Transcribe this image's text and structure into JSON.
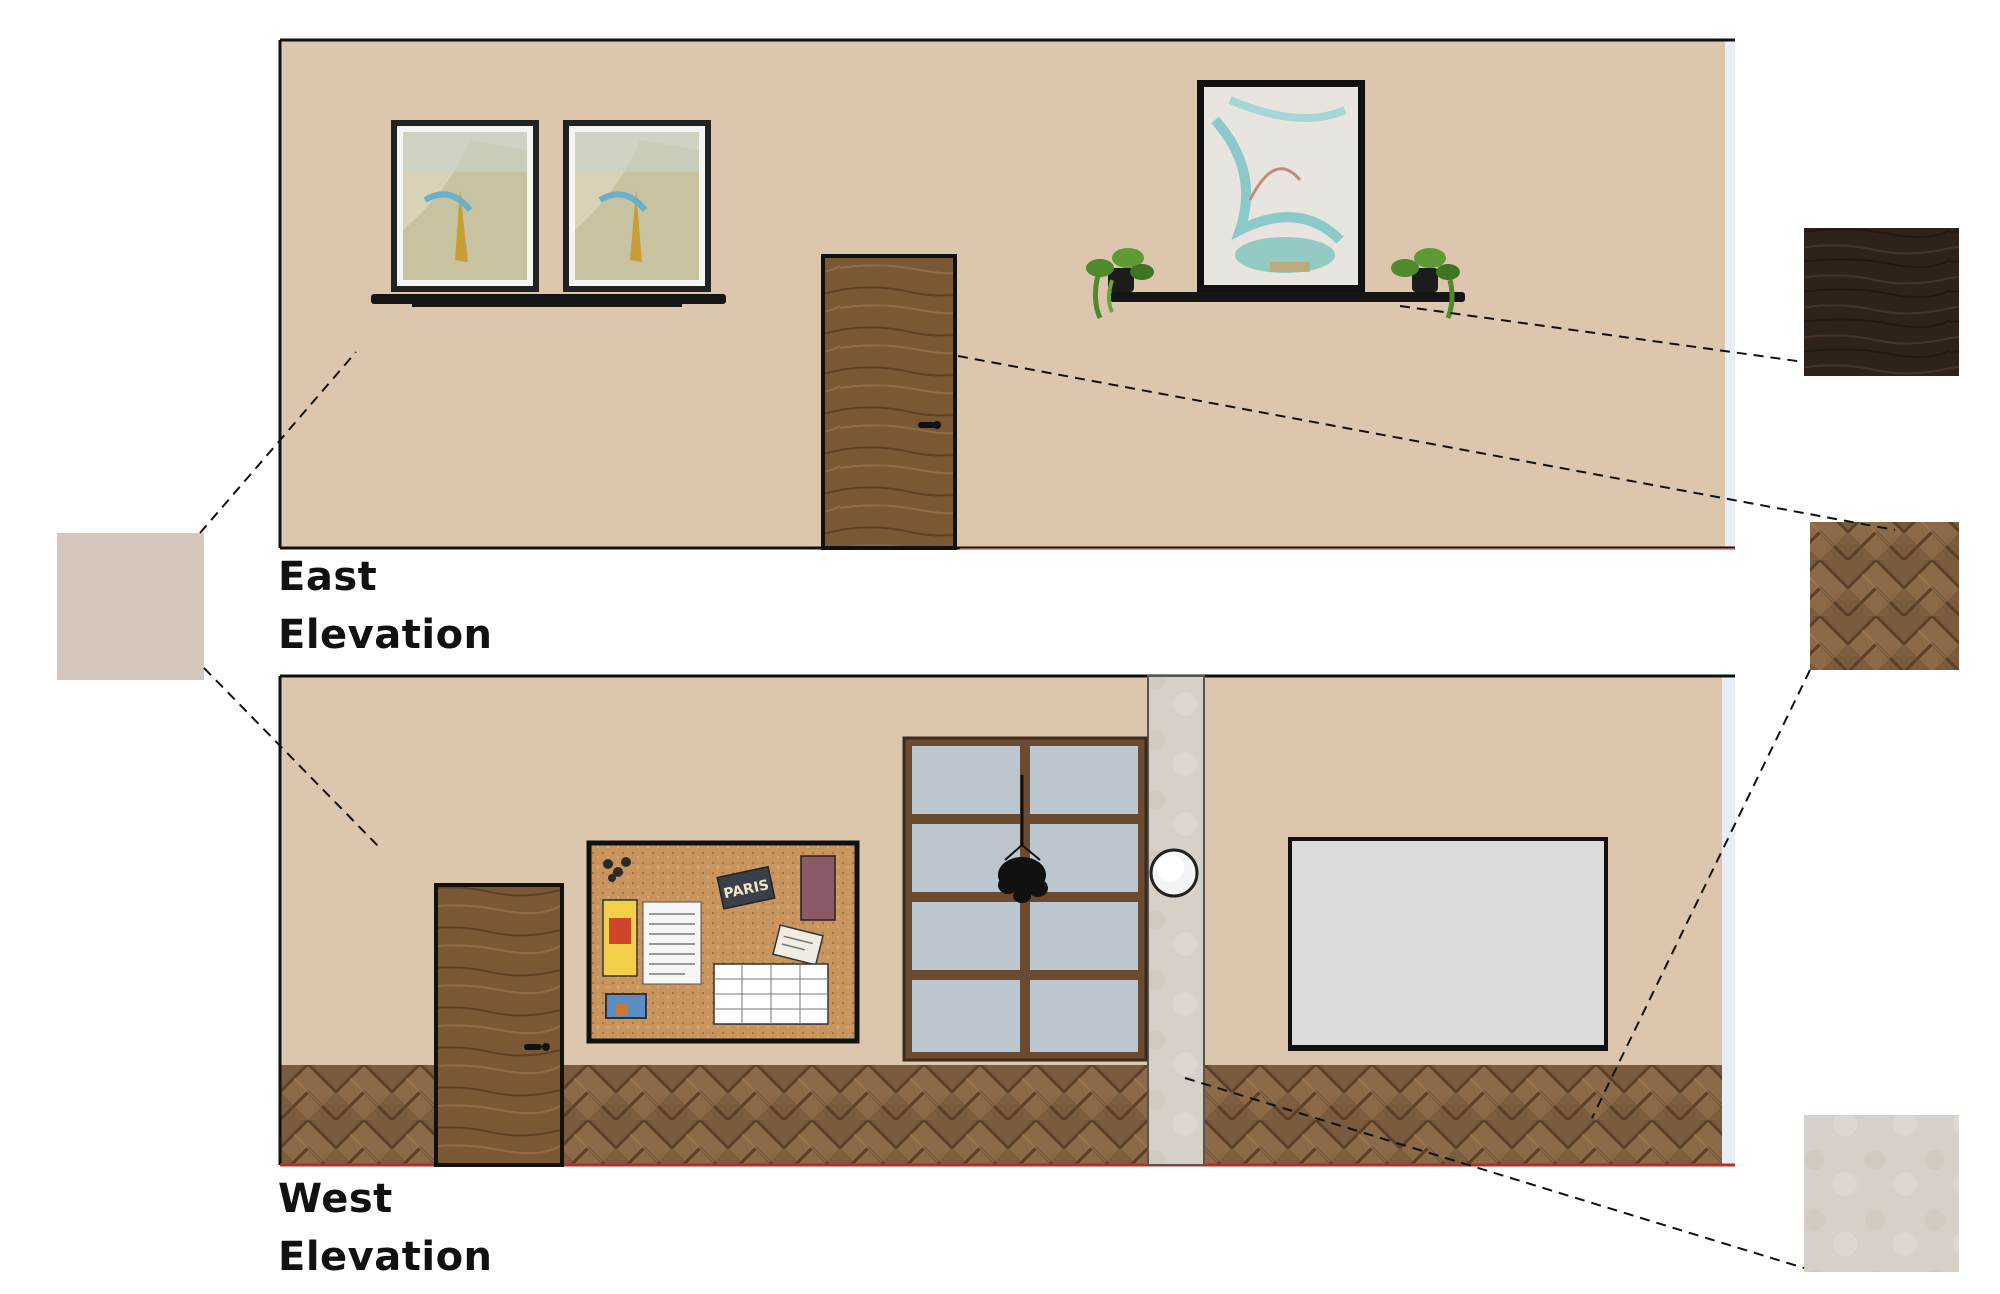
{
  "east": {
    "title_line1": "East",
    "title_line2": "Elevation"
  },
  "west": {
    "title_line1": "West",
    "title_line2": "Elevation"
  },
  "corkboard": {
    "poster_text": "PARIS"
  },
  "colors": {
    "wall": "#dcc6ae",
    "door_wood": "#7a5a34",
    "dark_wood_swatch": "#2e2118",
    "herringbone": "#7a5a3c",
    "stone_swatch": "#d8d1c6",
    "wall_swatch": "#d6c7bd",
    "whiteboard": "#d9d9d9",
    "window_glass": "#bcc6ce",
    "outline": "#111111"
  }
}
